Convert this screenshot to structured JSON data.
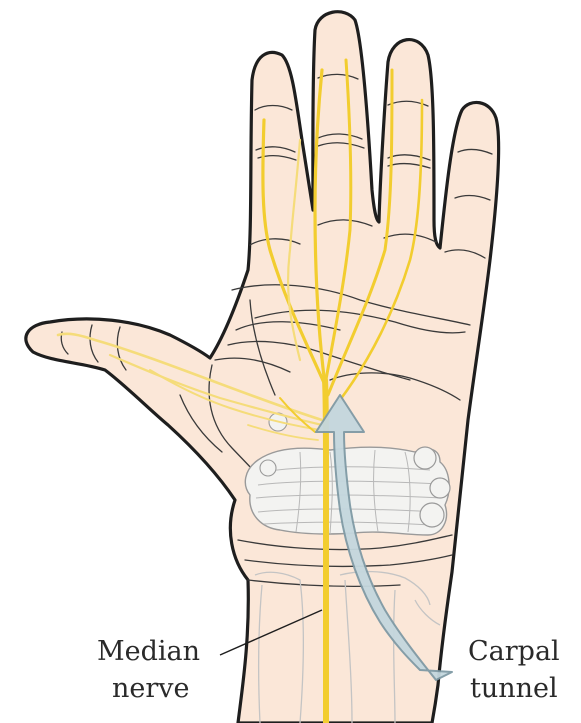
{
  "labels": {
    "median_line1": "Median",
    "median_line2": "nerve",
    "carpal_line1": "Carpal",
    "carpal_line2": "tunnel"
  },
  "colors": {
    "skin": "#fbe7d8",
    "outline": "#1e1e1e",
    "crease": "#3a3a3a",
    "nerve": "#f2cd2f",
    "nerve_light": "#f5dc7a",
    "arrow_fill": "#c4d7de",
    "arrow_stroke": "#7f9aa5",
    "bone_fill": "#f3f3f1",
    "bone_stroke": "#9a9a9a",
    "text": "#2a2a2a"
  }
}
